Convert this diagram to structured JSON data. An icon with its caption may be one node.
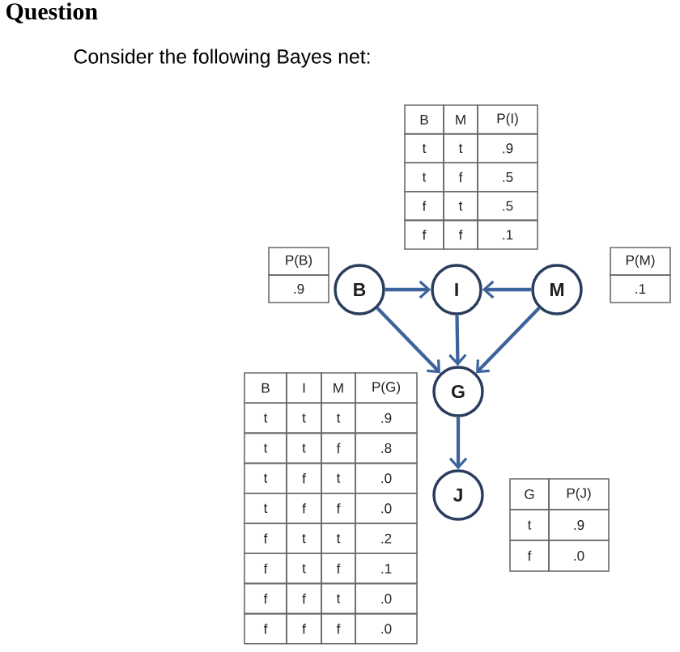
{
  "diagram": {
    "title": "Question",
    "nodes": [
      {
        "text": [
          "B"
        ]
      },
      {
        "text": [
          "I"
        ]
      },
      {
        "text": [
          "M"
        ]
      },
      {
        "text": [
          "G"
        ]
      },
      {
        "text": [
          "J"
        ]
      }
    ],
    "edges": [
      {
        "from": 0,
        "to": 1,
        "arrow": "to"
      },
      {
        "from": 2,
        "to": 1,
        "arrow": "to"
      },
      {
        "from": 0,
        "to": 3,
        "arrow": "to"
      },
      {
        "from": 1,
        "to": 3,
        "arrow": "to"
      },
      {
        "from": 2,
        "to": 3,
        "arrow": "to"
      },
      {
        "from": 3,
        "to": 4,
        "arrow": "to"
      }
    ],
    "labels": [
      "Consider the following Bayes net:",
      "B",
      "M",
      "P(I)",
      "t",
      "t",
      ".9",
      "t",
      "f",
      ".5",
      "f",
      "t",
      ".5",
      "f",
      "f",
      ".1",
      "P(B)",
      ".9",
      "P(M)",
      ".1",
      "B",
      "I",
      "M",
      "P(G)",
      "t",
      "t",
      "t",
      ".9",
      "t",
      "t",
      "f",
      ".8",
      "t",
      "f",
      "t",
      ".0",
      "t",
      "f",
      "f",
      ".0",
      "f",
      "t",
      "t",
      ".2",
      "f",
      "t",
      "f",
      ".1",
      "f",
      "f",
      "t",
      ".0",
      "f",
      "f",
      "f",
      ".0",
      "G",
      "P(J)",
      "t",
      ".9",
      "f",
      ".0"
    ]
  }
}
